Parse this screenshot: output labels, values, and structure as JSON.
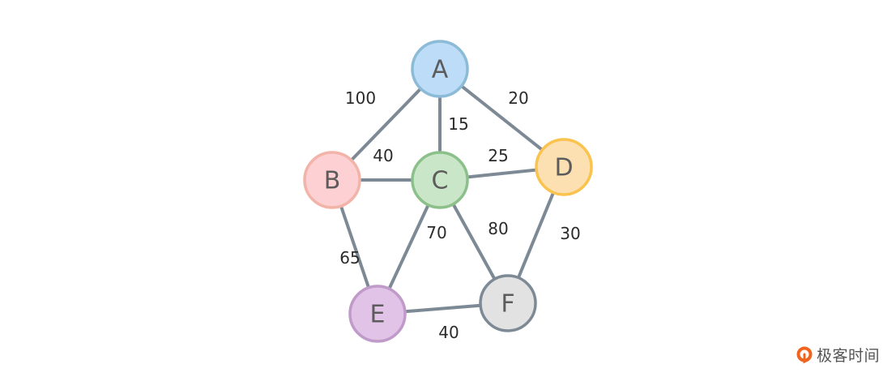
{
  "diagram": {
    "type": "weighted-undirected-graph",
    "nodes": [
      {
        "id": "A",
        "label": "A",
        "fill": "#bcdcf7",
        "stroke": "#8bbbd6"
      },
      {
        "id": "B",
        "label": "B",
        "fill": "#fdd0d3",
        "stroke": "#f2b3a8"
      },
      {
        "id": "C",
        "label": "C",
        "fill": "#c9e6c9",
        "stroke": "#8cc08a"
      },
      {
        "id": "D",
        "label": "D",
        "fill": "#fde0b2",
        "stroke": "#f9c34e"
      },
      {
        "id": "E",
        "label": "E",
        "fill": "#e1c3e8",
        "stroke": "#c09ac9"
      },
      {
        "id": "F",
        "label": "F",
        "fill": "#e2e2e2",
        "stroke": "#7d8a96"
      }
    ],
    "edges": [
      {
        "from": "A",
        "to": "B",
        "weight": "100"
      },
      {
        "from": "A",
        "to": "C",
        "weight": "15"
      },
      {
        "from": "A",
        "to": "D",
        "weight": "20"
      },
      {
        "from": "B",
        "to": "C",
        "weight": "40"
      },
      {
        "from": "C",
        "to": "D",
        "weight": "25"
      },
      {
        "from": "B",
        "to": "E",
        "weight": "65"
      },
      {
        "from": "C",
        "to": "E",
        "weight": "70"
      },
      {
        "from": "C",
        "to": "F",
        "weight": "80"
      },
      {
        "from": "D",
        "to": "F",
        "weight": "30"
      },
      {
        "from": "E",
        "to": "F",
        "weight": "40"
      }
    ],
    "edge_color": "#7d8a96"
  },
  "watermark": {
    "text": "极客时间",
    "logo_color": "#f0641e"
  }
}
